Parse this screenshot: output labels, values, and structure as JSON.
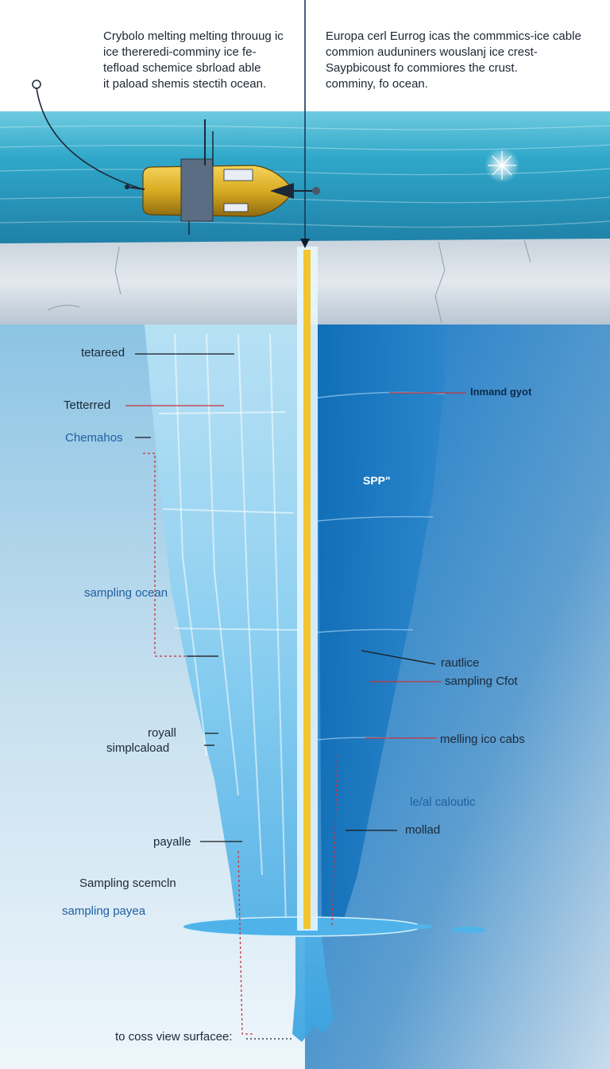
{
  "captions": {
    "left": [
      "Crybolo melting melting throuug ic",
      "ice thereredi-comminy ice fe-",
      "tefload schemice sbrload able",
      "it paload shemis stectih ocean."
    ],
    "right": [
      "Europa cerl Eurrog icas the commmics-ice cable",
      "commion auduniners wouslanj ice crest-",
      "Saypbicoust fo commiores the crust.",
      "comminy, fo ocean."
    ]
  },
  "labels": {
    "tetared": "tetareed",
    "tettered": "Tetterred",
    "chemahos": "Chemahos",
    "sampling_ocean": "sampling ocean",
    "royall": "royall",
    "simplcaload": "simplcaload",
    "payalle": "payalle",
    "sampling_scemcln": "Sampling scemcln",
    "sampling_payea": "sampling payea",
    "bottom_note": "to coss view surfacee:",
    "inmand_gyot": "Inmand gyot",
    "spp": "SPP\"",
    "rautlice": "rautlice",
    "sampling_cfot": "sampling Cfot",
    "melling_ico_cabs": "melling ico cabs",
    "lel_caloutic": "le/al caloutic",
    "mollad": "mollad"
  },
  "colors": {
    "ocean_surface": "#2fa7c9",
    "ice_shelf": "#dfe6ec",
    "deep_ocean": "#1a7ac6",
    "probe_body": "#d8ac22",
    "cable": "#f2c530",
    "leader_red": "#c8323a",
    "leader_black": "#1a1a1a"
  },
  "icons": [
    "probe-vehicle-icon",
    "surface-buoy-icon",
    "sparkle-icon",
    "down-arrow-icon"
  ]
}
